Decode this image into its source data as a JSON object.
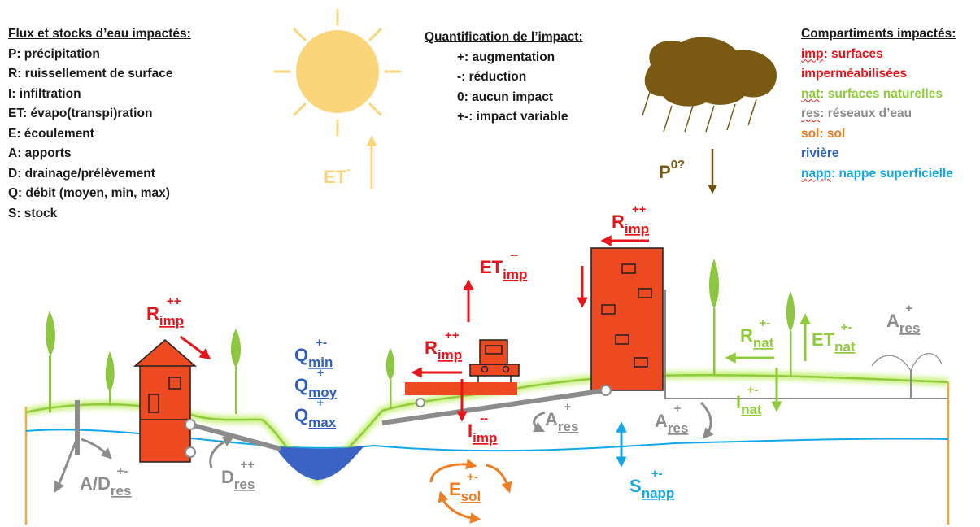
{
  "legend_flux": {
    "title": "Flux et stocks d’eau impactés:",
    "items": [
      "P: précipitation",
      "R: ruissellement de surface",
      "I: infiltration",
      "ET: évapo(transpi)ration",
      "E: écoulement",
      "A: apports",
      "D: drainage/prélèvement",
      "Q: débit (moyen, min, max)",
      "S: stock"
    ]
  },
  "legend_quant": {
    "title": "Quantification de l’impact:",
    "items": [
      "+: augmentation",
      "-: réduction",
      "0: aucun impact",
      "+-: impact variable"
    ]
  },
  "legend_comp": {
    "title": "Compartiments impactés:",
    "items": [
      {
        "key": "imp",
        "text": ": surfaces",
        "color": "#e8141b"
      },
      {
        "key": "",
        "text": "imperméabilisées",
        "color": "#e8141b"
      },
      {
        "key": "nat",
        "text": ": surfaces naturelles",
        "color": "#8fcb3a"
      },
      {
        "key": "res",
        "text": ": réseaux d’eau",
        "color": "#8c8c8c"
      },
      {
        "key": "",
        "text": "sol: sol",
        "color": "#ef7d22"
      },
      {
        "key": "",
        "text": "rivière",
        "color": "#2f5fbf"
      },
      {
        "key": "napp",
        "text": ": nappe superficielle",
        "color": "#12a8e8"
      }
    ]
  },
  "labels": {
    "et_sun": {
      "base": "ET",
      "sup": "-"
    },
    "p_cloud": {
      "base": "P",
      "sup": "0?"
    },
    "r_imp_house": {
      "base": "R",
      "sub": "imp",
      "sup": "++"
    },
    "r_imp_tower": {
      "base": "R",
      "sub": "imp",
      "sup": "++"
    },
    "r_imp_road": {
      "base": "R",
      "sub": "imp",
      "sup": "++"
    },
    "et_imp": {
      "base": "ET",
      "sub": "imp",
      "sup": "--"
    },
    "i_imp": {
      "base": "I",
      "sub": "imp",
      "sup": "--"
    },
    "q_min": {
      "base": "Q",
      "sub": "min",
      "sup": "+-"
    },
    "q_moy": {
      "base": "Q",
      "sub": "moy",
      "sup": "+"
    },
    "q_max": {
      "base": "Q",
      "sub": "max",
      "sup": "+"
    },
    "a_d_res": {
      "base": "A/D",
      "sub": "res",
      "sup": "+-"
    },
    "d_res": {
      "base": "D",
      "sub": "res",
      "sup": "++"
    },
    "a_res_road": {
      "base": "A",
      "sub": "res",
      "sup": "+"
    },
    "a_res_tower": {
      "base": "A",
      "sub": "res",
      "sup": "+"
    },
    "a_res_right": {
      "base": "A",
      "sub": "res",
      "sup": "+"
    },
    "e_sol": {
      "base": "E",
      "sub": "sol",
      "sup": "+-"
    },
    "s_napp": {
      "base": "S",
      "sub": "napp",
      "sup": "+-"
    },
    "r_nat": {
      "base": "R",
      "sub": "nat",
      "sup": "+-"
    },
    "et_nat": {
      "base": "ET",
      "sub": "nat",
      "sup": "+-"
    },
    "i_nat": {
      "base": "I",
      "sub": "nat",
      "sup": "+-"
    }
  },
  "colors": {
    "imp": "#e8141b",
    "nat": "#8fcb3a",
    "res": "#8c8c8c",
    "sol": "#ef7d22",
    "river": "#2f5fbf",
    "napp": "#12a8e8",
    "sun": "#fbd57a",
    "cloud": "#7a5a12"
  }
}
